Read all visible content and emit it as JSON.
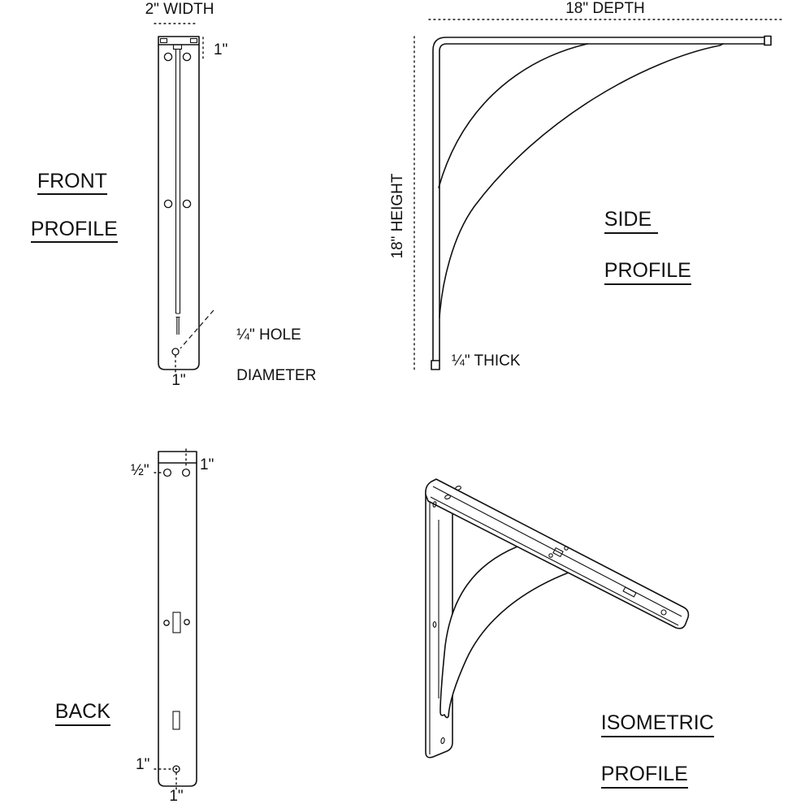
{
  "drawing": {
    "line_color": "#111111",
    "front": {
      "title_line1": "FRONT",
      "title_line2": "PROFILE",
      "width_dim": "2\" WIDTH",
      "top_offset_dim": "1\"",
      "hole_note_line1": "¼\" HOLE",
      "hole_note_line2": "DIAMETER",
      "bottom_hole_dim": "1\""
    },
    "side": {
      "title_line1": "SIDE",
      "title_line2": "PROFILE",
      "depth_dim": "18\" DEPTH",
      "height_dim": "18\" HEIGHT",
      "thickness_note": "¼\" THICK"
    },
    "back": {
      "title": "BACK",
      "half_inch_dim": "½\"",
      "top_hole_dim": "1\"",
      "bottom_side_dim": "1\"",
      "bottom_center_dim": "1\""
    },
    "isometric": {
      "title_line1": "ISOMETRIC",
      "title_line2": "PROFILE"
    }
  }
}
